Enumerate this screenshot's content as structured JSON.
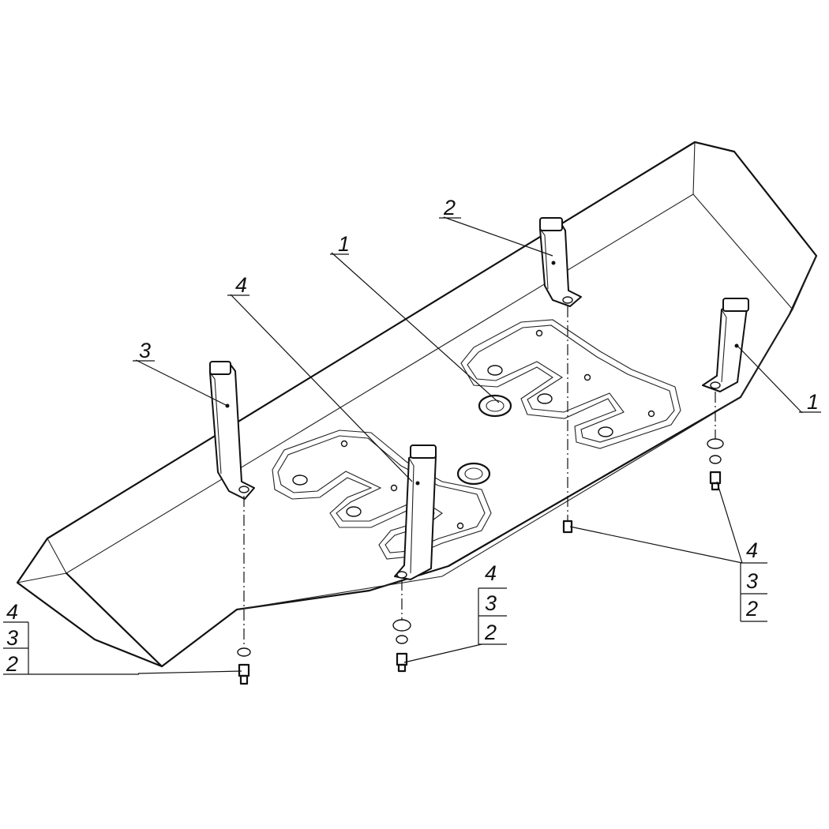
{
  "callouts": {
    "top_2": "2",
    "center_1": "1",
    "center_4": "4",
    "left_3": "3",
    "right_1": "1"
  },
  "stacks": {
    "left": [
      "4",
      "3",
      "2"
    ],
    "center": [
      "4",
      "3",
      "2"
    ],
    "right": [
      "4",
      "3",
      "2"
    ]
  },
  "colors": {
    "line": "#111111",
    "background": "#ffffff"
  }
}
